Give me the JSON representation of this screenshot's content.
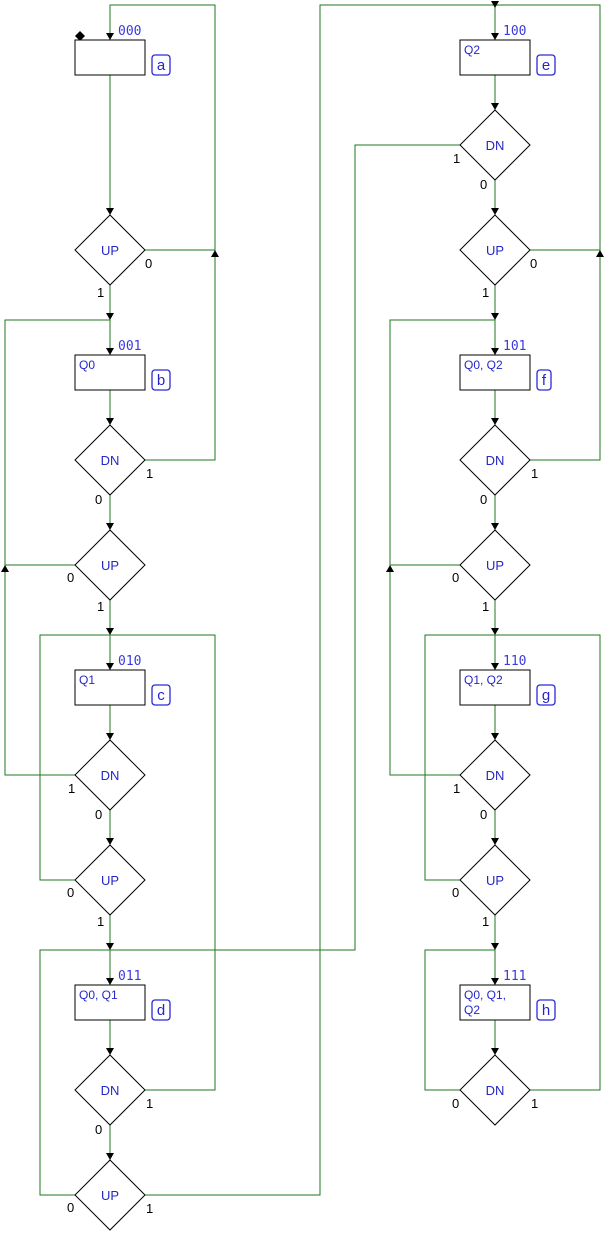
{
  "states": [
    {
      "id": "a",
      "code": "000",
      "outputs": []
    },
    {
      "id": "b",
      "code": "001",
      "outputs": [
        "Q0"
      ]
    },
    {
      "id": "c",
      "code": "010",
      "outputs": [
        "Q1"
      ]
    },
    {
      "id": "d",
      "code": "011",
      "outputs": [
        "Q0, Q1"
      ]
    },
    {
      "id": "e",
      "code": "100",
      "outputs": [
        "Q2"
      ]
    },
    {
      "id": "f",
      "code": "101",
      "outputs": [
        "Q0, Q2"
      ]
    },
    {
      "id": "g",
      "code": "110",
      "outputs": [
        "Q1, Q2"
      ]
    },
    {
      "id": "h",
      "code": "111",
      "outputs": [
        "Q0, Q1,",
        "Q2"
      ]
    }
  ],
  "decisions": [
    {
      "id": "a_up",
      "cond": "UP",
      "true": "1",
      "false": "0"
    },
    {
      "id": "b_dn",
      "cond": "DN",
      "true": "1",
      "false": "0"
    },
    {
      "id": "b_up",
      "cond": "UP",
      "true": "1",
      "false": "0"
    },
    {
      "id": "c_dn",
      "cond": "DN",
      "true": "1",
      "false": "0"
    },
    {
      "id": "c_up",
      "cond": "UP",
      "true": "1",
      "false": "0"
    },
    {
      "id": "d_dn",
      "cond": "DN",
      "true": "1",
      "false": "0"
    },
    {
      "id": "d_up",
      "cond": "UP",
      "true": "1",
      "false": "0"
    },
    {
      "id": "e_dn",
      "cond": "DN",
      "true": "1",
      "false": "0"
    },
    {
      "id": "e_up",
      "cond": "UP",
      "true": "1",
      "false": "0"
    },
    {
      "id": "f_dn",
      "cond": "DN",
      "true": "1",
      "false": "0"
    },
    {
      "id": "f_up",
      "cond": "UP",
      "true": "1",
      "false": "0"
    },
    {
      "id": "g_dn",
      "cond": "DN",
      "true": "1",
      "false": "0"
    },
    {
      "id": "g_up",
      "cond": "UP",
      "true": "1",
      "false": "0"
    },
    {
      "id": "h_dn",
      "cond": "DN",
      "true": "1",
      "false": "0"
    }
  ],
  "colors": {
    "wire": "#1f7a1f",
    "text": "#2626c8",
    "code": "#3a3ae0"
  },
  "initial_marker": "diamond-bullet-icon"
}
